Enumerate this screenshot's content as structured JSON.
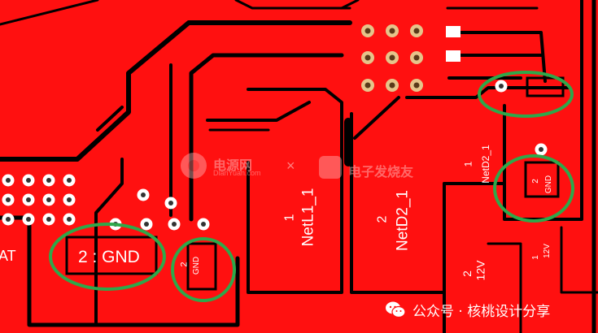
{
  "labels": {
    "gnd_pad_left": "2 : GND",
    "small_pad_num": "2",
    "small_pad_net": "GND",
    "netl1_num": "1",
    "netl1_name": "NetL1_1",
    "netd2_num": "2",
    "netd2_name": "NetD2_1",
    "netd2_small_num": "1",
    "netd2_small_name": "NetD2_1",
    "gnd_right_num": "2",
    "gnd_right_net": "GND",
    "v12_big_num": "2",
    "v12_big_net": "12V",
    "v12_small_num": "1",
    "v12_small_net": "12V",
    "edge_left_fragment": "AT"
  },
  "watermarks": {
    "left_name": "电源网",
    "left_sub": "DianYuan.com",
    "separator": "×",
    "right_name": "电子发烧友"
  },
  "footer": {
    "brand": "公众号 · 核桃设计分享"
  },
  "colors": {
    "copper": "#ff1010",
    "gap": "#000000",
    "highlight": "#2ea84a",
    "pad_ring": "#e6c48a",
    "pad_hole": "#5a3a1a"
  }
}
